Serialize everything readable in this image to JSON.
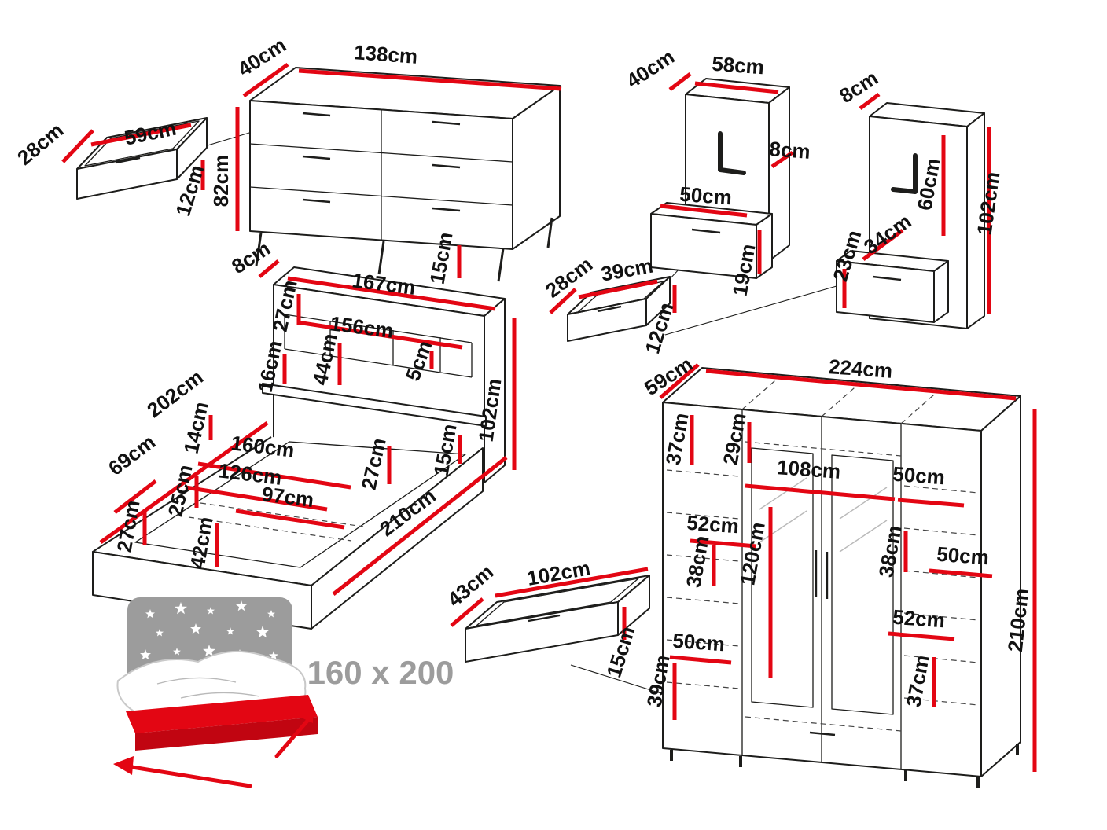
{
  "colors": {
    "line": "#1d1d1b",
    "dimension_red": "#e30613",
    "icon_gray": "#9c9c9c",
    "background": "#ffffff"
  },
  "dims": {
    "drawer_a": {
      "depth": "28cm",
      "width": "59cm",
      "height": "12cm"
    },
    "dresser": {
      "depth": "40cm",
      "width": "138cm",
      "height": "82cm",
      "leg": "15cm"
    },
    "bed": {
      "headboard_depth": "8cm",
      "headboard_width": "167cm",
      "niche_height": "27cm",
      "niche_width": "156cm",
      "headboard_mid": "44cm",
      "shelf_depth": "16cm",
      "trim": "5cm",
      "headboard_height": "102cm",
      "length": "202cm",
      "side_height": "69cm",
      "rail_top": "14cm",
      "inner_width": "160cm",
      "inner_width_2": "126cm",
      "frame_height_left": "25cm",
      "inner_width_3": "97cm",
      "mattress_height": "27cm",
      "rim": "15cm",
      "length_outer": "210cm",
      "frame_height": "27cm",
      "storage_height": "42cm"
    },
    "unit1": {
      "depth": "40cm",
      "width": "58cm",
      "panel": "8cm",
      "drawer_width": "50cm",
      "drawer_height": "19cm"
    },
    "drawer_d": {
      "depth": "28cm",
      "width": "39cm",
      "height": "12cm"
    },
    "unit2": {
      "panel": "8cm",
      "height": "102cm",
      "panel_height": "60cm",
      "drawer_height": "23cm",
      "drawer_width": "34cm"
    },
    "wardrobe": {
      "depth": "59cm",
      "width": "224cm",
      "top_left": "37cm",
      "top_mid": "29cm",
      "shelf_width": "108cm",
      "shelf_right": "50cm",
      "mid_left_w": "52cm",
      "mid_left_h": "38cm",
      "center_height": "120cm",
      "mid_right_h": "38cm",
      "mid_right_w": "50cm",
      "lower_right_w": "52cm",
      "lower_left_w": "50cm",
      "lower_left_h": "39cm",
      "lower_right_h": "37cm",
      "height": "210cm"
    },
    "drawer_f": {
      "depth": "43cm",
      "width": "102cm",
      "height": "15cm"
    },
    "bed_icon": {
      "label": "160 x 200"
    }
  }
}
